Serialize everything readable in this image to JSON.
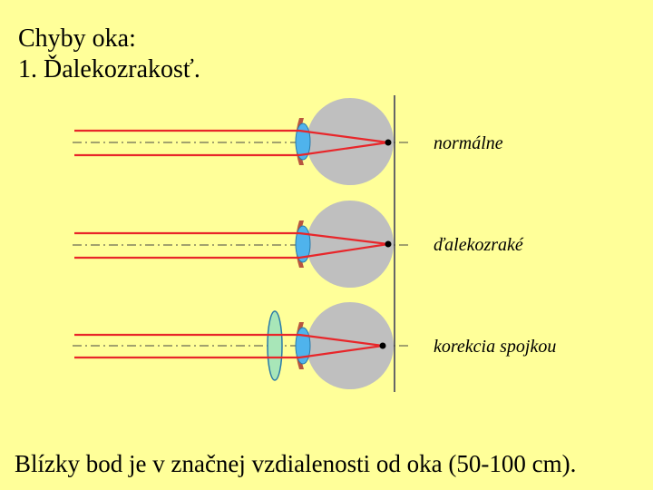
{
  "title": {
    "line1": "Chyby oka:",
    "line2": "1. Ďalekozrakosť."
  },
  "eyes": [
    {
      "label": "normálne",
      "corrective_lens": false
    },
    {
      "label": "ďalekozraké",
      "corrective_lens": false
    },
    {
      "label": "korekcia spojkou",
      "corrective_lens": true
    }
  ],
  "footer": "Blízky bod je v značnej vzdialenosti od oka (50-100 cm).",
  "colors": {
    "background": "#ffff99",
    "ray": "#e8262a",
    "eyeball": "#bfbfbf",
    "lens": "#4fb3ec",
    "corrective_lens": "#a8e6b8",
    "iris": "#b8563f",
    "focus_point": "#000000"
  }
}
